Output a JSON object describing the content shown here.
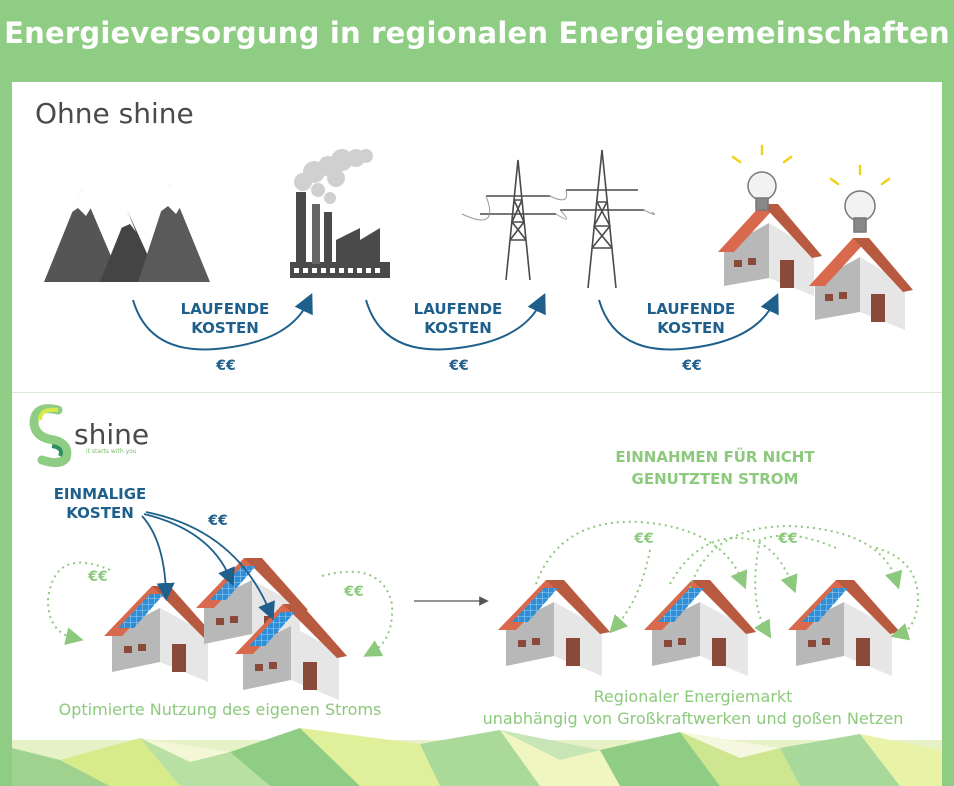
{
  "title": "Energieversorgung in regionalen Energiegemeinschaften",
  "section_top": {
    "heading": "Ohne shine"
  },
  "costs": [
    {
      "line1": "LAUFENDE",
      "line2": "KOSTEN",
      "euro": "€€"
    },
    {
      "line1": "LAUFENDE",
      "line2": "KOSTEN",
      "euro": "€€"
    },
    {
      "line1": "LAUFENDE",
      "line2": "KOSTEN",
      "euro": "€€"
    }
  ],
  "logo": {
    "name": "shine",
    "tagline": "it starts with you"
  },
  "bottom_left": {
    "label_line1": "EINMALIGE",
    "label_line2": "KOSTEN",
    "euro_blue": "€€",
    "euro_left": "€€",
    "euro_right": "€€",
    "caption": "Optimierte Nutzung des eigenen Stroms"
  },
  "bottom_right": {
    "heading_line1": "EINNAHMEN FÜR NICHT",
    "heading_line2": "GENUTZTEN STROM",
    "euro_left": "€€",
    "euro_right": "€€",
    "caption_line1": "Regionaler Energiemarkt",
    "caption_line2": "unabhängig von Großkraftwerken und goßen Netzen"
  },
  "colors": {
    "frame_green": "#8fcd84",
    "dark_blue": "#1e5f8c",
    "light_green": "#8cc97c",
    "roof": "#d9694c",
    "solar": "#2e8fd6"
  }
}
